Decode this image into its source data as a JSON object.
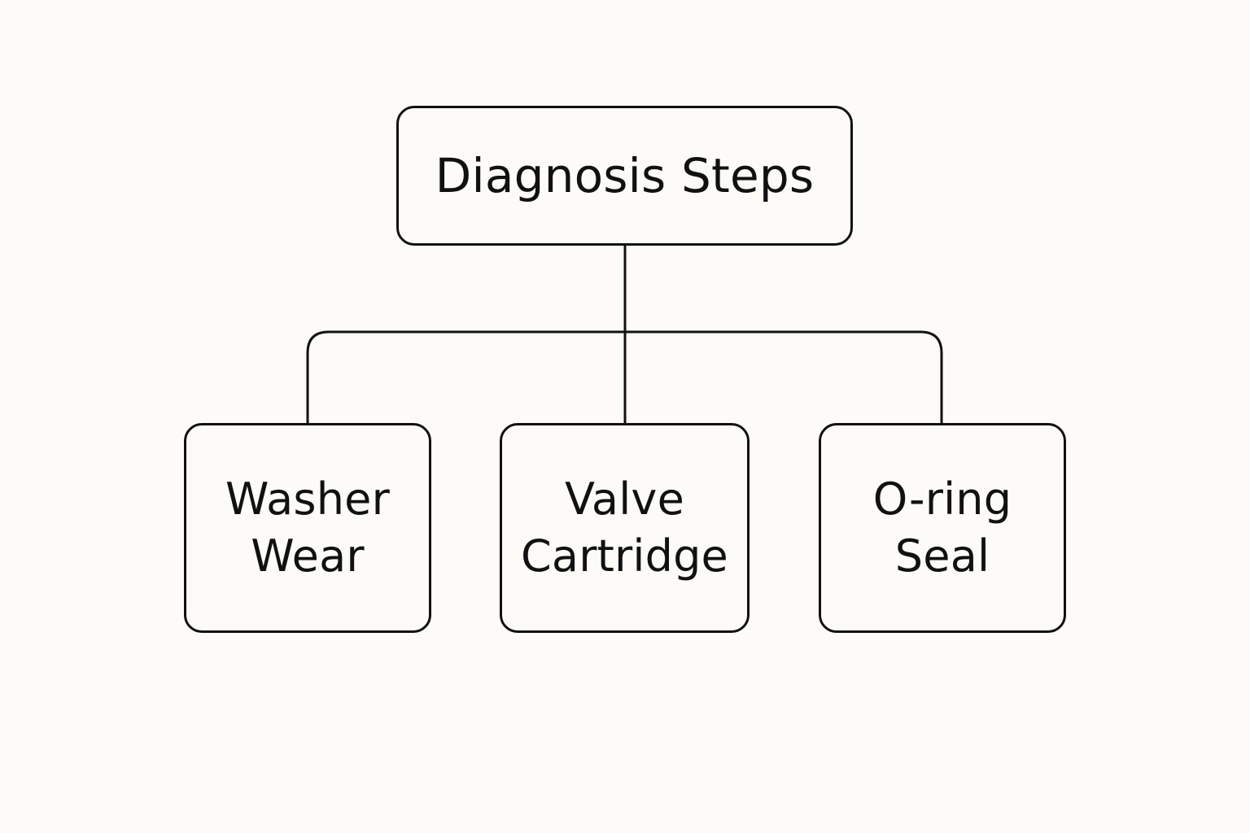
{
  "diagram": {
    "root": {
      "label": "Diagnosis Steps"
    },
    "children": [
      {
        "line1": "Washer",
        "line2": "Wear"
      },
      {
        "line1": "Valve",
        "line2": "Cartridge"
      },
      {
        "line1": "O-ring",
        "line2": "Seal"
      }
    ]
  },
  "colors": {
    "background": "#fdfbf7",
    "stroke": "#111111",
    "text": "#111111"
  }
}
